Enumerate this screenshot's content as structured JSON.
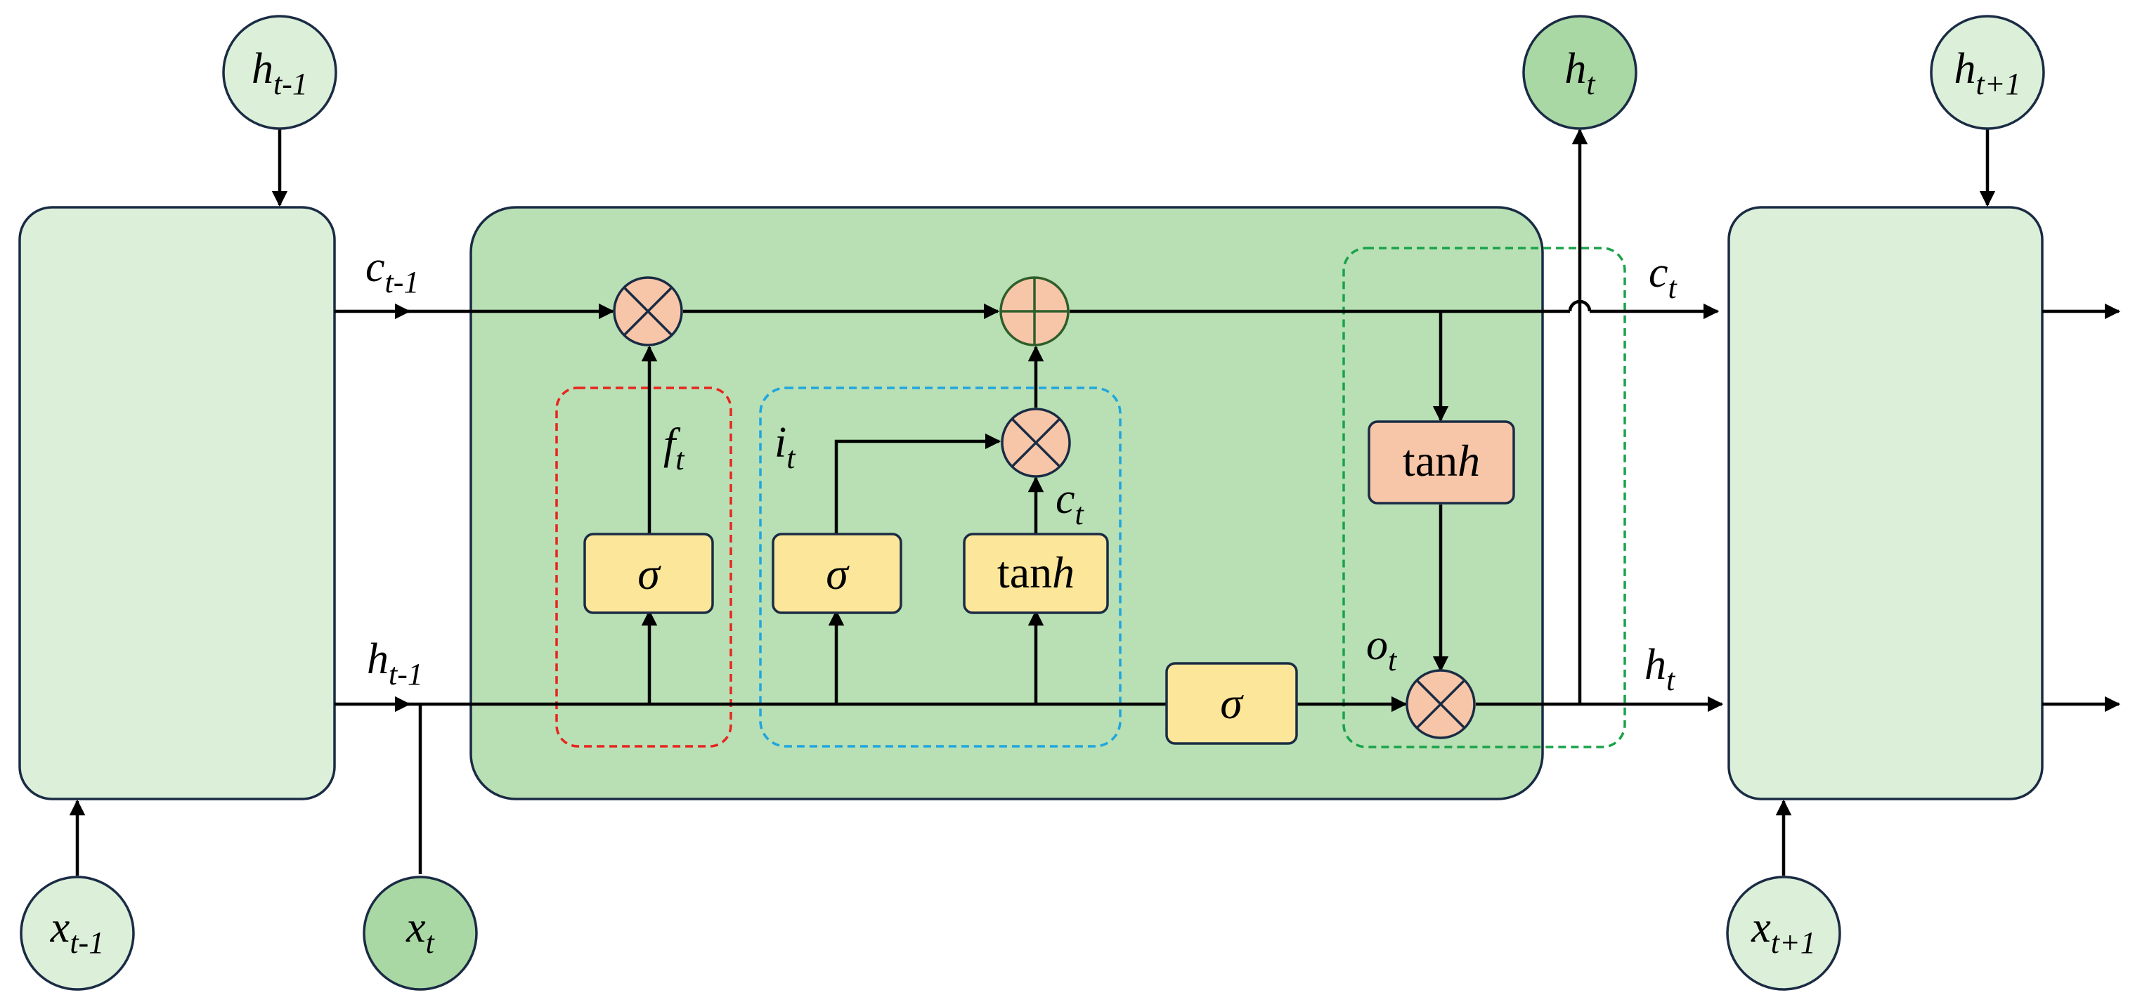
{
  "diagram": {
    "inputs": {
      "x_prev": {
        "base": "x",
        "sub": "t-1"
      },
      "x_cur": {
        "base": "x",
        "sub": "t"
      },
      "x_next": {
        "base": "x",
        "sub": "t+1"
      }
    },
    "hidden_nodes": {
      "h_prev": {
        "base": "h",
        "sub": "t-1"
      },
      "h_cur": {
        "base": "h",
        "sub": "t"
      },
      "h_next": {
        "base": "h",
        "sub": "t+1"
      }
    },
    "line_labels": {
      "c_in": {
        "base": "c",
        "sub": "t-1"
      },
      "h_in": {
        "base": "h",
        "sub": "t-1"
      },
      "c_out": {
        "base": "c",
        "sub": "t"
      },
      "h_out": {
        "base": "h",
        "sub": "t"
      }
    },
    "gate_labels": {
      "forget": {
        "base": "f",
        "sub": "t"
      },
      "input": {
        "base": "i",
        "sub": "t"
      },
      "candidate": {
        "base": "c",
        "sub": "t"
      },
      "output": {
        "base": "o",
        "sub": "t"
      }
    },
    "blocks": {
      "sigma": "σ",
      "tanh_prefix": "tan",
      "tanh_suffix": "h"
    },
    "colors": {
      "neighbor_cell": "#dbefd9",
      "main_cell": "#b8e0b4",
      "gate": "#fbe69a",
      "operator": "#f7c6a8",
      "forget_gate_outline": "#e8241f",
      "input_gate_outline": "#1fa6df",
      "output_gate_outline": "#1aa24a"
    }
  }
}
